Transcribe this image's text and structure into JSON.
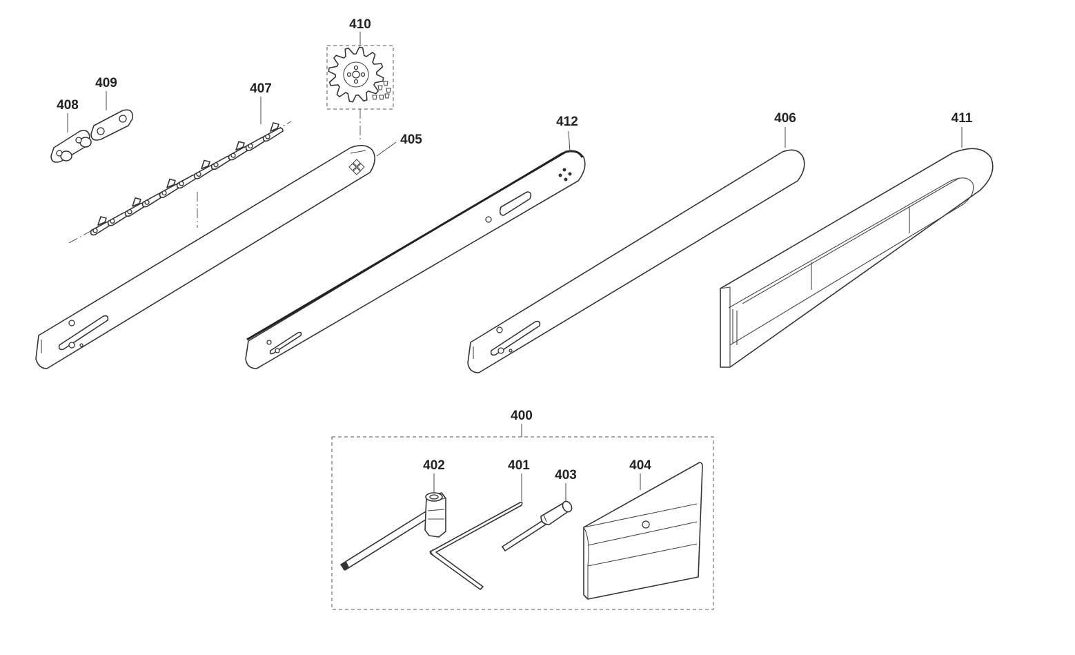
{
  "diagram": {
    "parts": [
      {
        "id": "408",
        "label": "408",
        "name": "chain-link-rivet"
      },
      {
        "id": "409",
        "label": "409",
        "name": "chain-side-plate"
      },
      {
        "id": "407",
        "label": "407",
        "name": "saw-chain"
      },
      {
        "id": "410",
        "label": "410",
        "name": "sprocket-nose-kit"
      },
      {
        "id": "405",
        "label": "405",
        "name": "guide-bar-a"
      },
      {
        "id": "412",
        "label": "412",
        "name": "guide-bar-with-chain"
      },
      {
        "id": "406",
        "label": "406",
        "name": "guide-bar-b"
      },
      {
        "id": "411",
        "label": "411",
        "name": "bar-cover-scabbard"
      },
      {
        "id": "400",
        "label": "400",
        "name": "tool-kit"
      },
      {
        "id": "402",
        "label": "402",
        "name": "combination-spanner"
      },
      {
        "id": "401",
        "label": "401",
        "name": "hex-key"
      },
      {
        "id": "403",
        "label": "403",
        "name": "screwdriver"
      },
      {
        "id": "404",
        "label": "404",
        "name": "file-guide-card"
      }
    ]
  },
  "colors": {
    "line": "#333333",
    "background": "#ffffff",
    "label": "#222222"
  }
}
